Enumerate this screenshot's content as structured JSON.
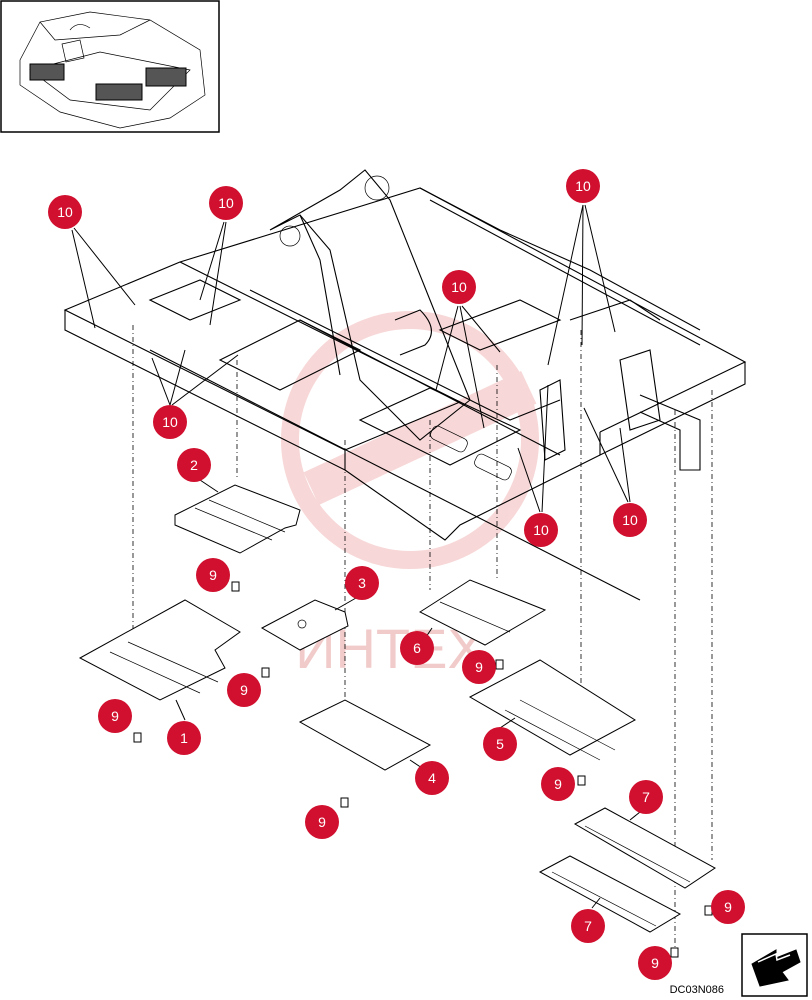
{
  "drawing_code": "DC03N086",
  "watermark_text": "ИНТЕХ",
  "callouts": [
    {
      "id": "c-10a",
      "label": "10"
    },
    {
      "id": "c-10b",
      "label": "10"
    },
    {
      "id": "c-10c",
      "label": "10"
    },
    {
      "id": "c-10d",
      "label": "10"
    },
    {
      "id": "c-10e",
      "label": "10"
    },
    {
      "id": "c-10f",
      "label": "10"
    },
    {
      "id": "c-10g",
      "label": "10"
    },
    {
      "id": "c-2",
      "label": "2"
    },
    {
      "id": "c-9a",
      "label": "9"
    },
    {
      "id": "c-3",
      "label": "3"
    },
    {
      "id": "c-9b",
      "label": "9"
    },
    {
      "id": "c-6",
      "label": "6"
    },
    {
      "id": "c-9c",
      "label": "9"
    },
    {
      "id": "c-9d",
      "label": "9"
    },
    {
      "id": "c-1",
      "label": "1"
    },
    {
      "id": "c-5",
      "label": "5"
    },
    {
      "id": "c-4",
      "label": "4"
    },
    {
      "id": "c-9e",
      "label": "9"
    },
    {
      "id": "c-9f",
      "label": "9"
    },
    {
      "id": "c-7a",
      "label": "7"
    },
    {
      "id": "c-9g",
      "label": "9"
    },
    {
      "id": "c-7b",
      "label": "7"
    },
    {
      "id": "c-9h",
      "label": "9"
    }
  ],
  "colors": {
    "callout": "#d0102e",
    "watermark": "#f2b8b8"
  },
  "icons": {
    "thumbnail": "machine-overview-thumbnail",
    "nav": "next-page-arrow-icon"
  }
}
